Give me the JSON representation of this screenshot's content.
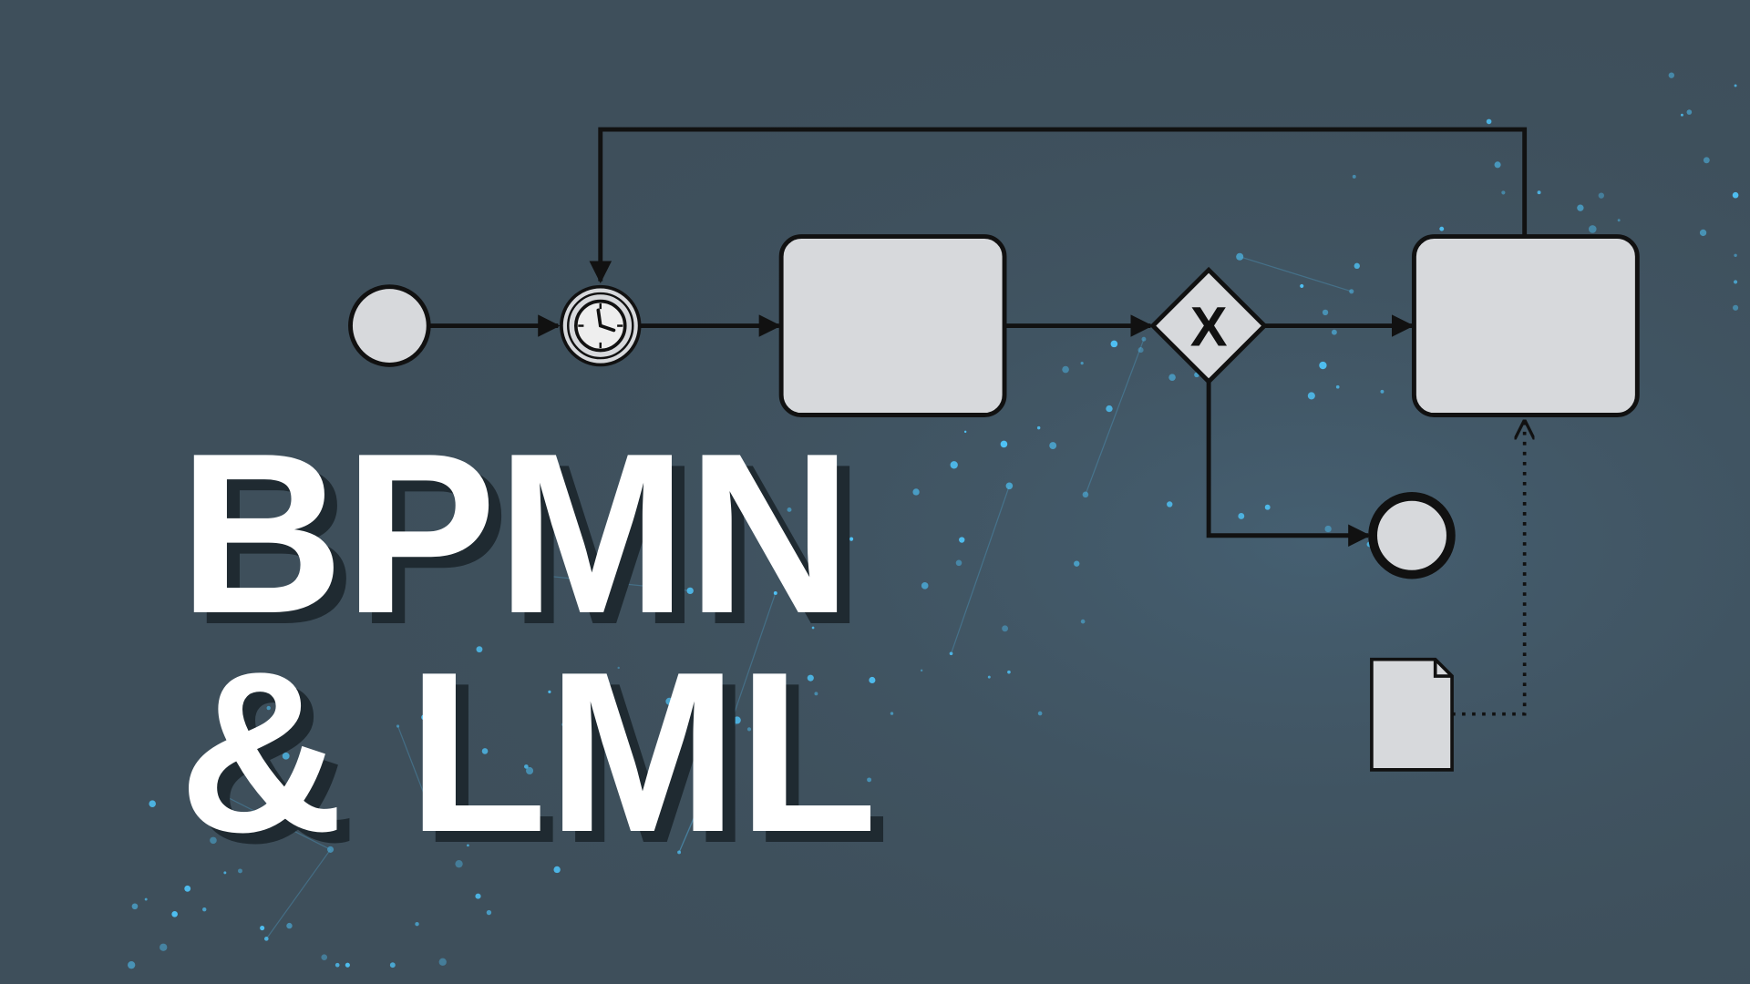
{
  "title": {
    "line1": "BPMN",
    "line2": "& LML"
  },
  "diagram": {
    "gateway_label": "X"
  },
  "colors": {
    "background": "#3e4f5b",
    "shape_fill": "#d7d9dc",
    "stroke": "#111111",
    "particles": "#4fc3f7"
  }
}
